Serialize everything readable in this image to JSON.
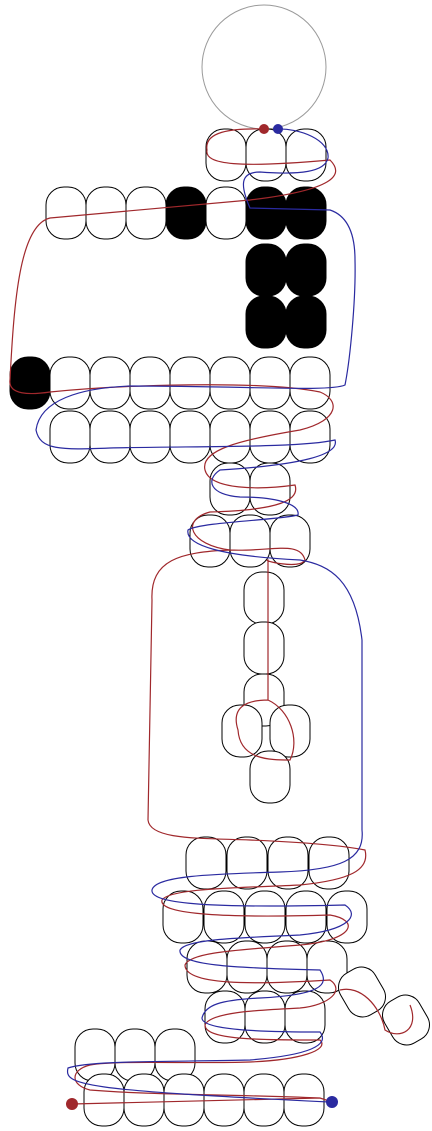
{
  "colors": {
    "background": "#ffffff",
    "bead_outline": "#000000",
    "bead_empty": "#ffffff",
    "bead_filled": "#000000",
    "head_outline": "#9a9a9a",
    "thread_red": "#a0282c",
    "thread_blue": "#2a2aa0"
  },
  "elements": {
    "head": "head-circle",
    "beads": "bead-cell",
    "thread_start": "thread-start-knot",
    "thread_end": "thread-end-knot"
  }
}
